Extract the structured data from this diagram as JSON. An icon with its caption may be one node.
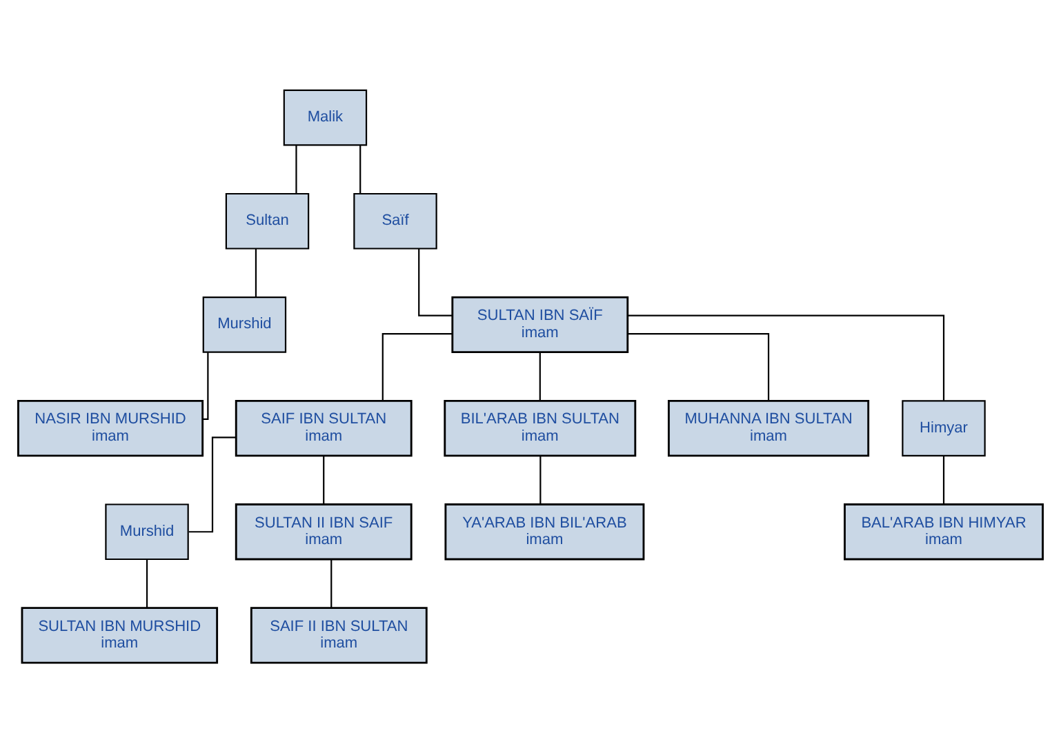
{
  "diagram": {
    "nodes": [
      {
        "text": [
          "Malik"
        ]
      },
      {
        "text": [
          "Sultan"
        ]
      },
      {
        "text": [
          "Saïf"
        ]
      },
      {
        "text": [
          "Murshid"
        ]
      },
      {
        "text": [
          "NASIR IBN MURSHID",
          "imam"
        ]
      },
      {
        "text": [
          "SULTAN IBN SAÏF",
          "imam"
        ]
      },
      {
        "text": [
          "SAIF IBN SULTAN",
          "imam"
        ]
      },
      {
        "text": [
          "BIL'ARAB IBN SULTAN",
          "imam"
        ]
      },
      {
        "text": [
          "MUHANNA IBN SULTAN",
          "imam"
        ]
      },
      {
        "text": [
          "Himyar"
        ]
      },
      {
        "text": [
          "Murshid"
        ]
      },
      {
        "text": [
          "SULTAN II IBN SAIF",
          "imam"
        ]
      },
      {
        "text": [
          "YA'ARAB IBN BIL'ARAB",
          "imam"
        ]
      },
      {
        "text": [
          "BAL'ARAB IBN HIMYAR",
          "imam"
        ]
      },
      {
        "text": [
          "SULTAN IBN MURSHID",
          "imam"
        ]
      },
      {
        "text": [
          "SAIF II IBN SULTAN",
          "imam"
        ]
      }
    ],
    "edges": [
      {
        "from": 0,
        "to": 1,
        "arrow": "none"
      },
      {
        "from": 0,
        "to": 2,
        "arrow": "none"
      },
      {
        "from": 1,
        "to": 3,
        "arrow": "none"
      },
      {
        "from": 3,
        "to": 4,
        "arrow": "none"
      },
      {
        "from": 2,
        "to": 5,
        "arrow": "none"
      },
      {
        "from": 5,
        "to": 6,
        "arrow": "none"
      },
      {
        "from": 5,
        "to": 7,
        "arrow": "none"
      },
      {
        "from": 5,
        "to": 8,
        "arrow": "none"
      },
      {
        "from": 5,
        "to": 9,
        "arrow": "none"
      },
      {
        "from": 6,
        "to": 10,
        "arrow": "none"
      },
      {
        "from": 6,
        "to": 11,
        "arrow": "none"
      },
      {
        "from": 7,
        "to": 12,
        "arrow": "none"
      },
      {
        "from": 9,
        "to": 13,
        "arrow": "none"
      },
      {
        "from": 10,
        "to": 14,
        "arrow": "none"
      },
      {
        "from": 11,
        "to": 15,
        "arrow": "none"
      }
    ]
  }
}
